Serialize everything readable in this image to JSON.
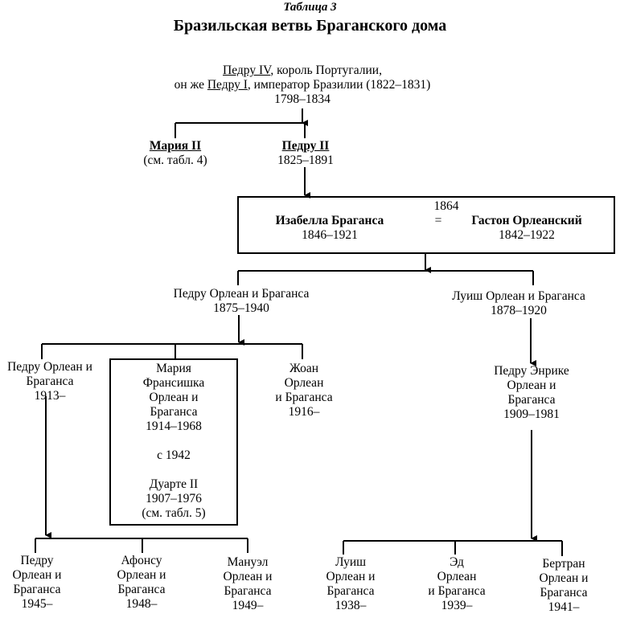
{
  "header": {
    "caption": "Таблица 3",
    "title": "Бразильская ветвь Браганского дома"
  },
  "root": {
    "line1_name": "Педру IV",
    "line1_rest": ", король Португалии,",
    "line2_pre": "он же ",
    "line2_name": "Педру I",
    "line2_rest": ", император Бразилии (1822–1831)",
    "years": "1798–1834"
  },
  "gen1": [
    {
      "name": "Мария II",
      "note": "(см. табл. 4)"
    },
    {
      "name": "Педру II",
      "note": "1825–1891"
    }
  ],
  "marriage": {
    "year": "1864",
    "symbol": "=",
    "wife": {
      "name": "Изабелла Браганса",
      "years": "1846–1921"
    },
    "husband": {
      "name": "Гастон Орлеанский",
      "years": "1842–1922"
    }
  },
  "gen3": [
    {
      "name": "Педру Орлеан и Браганса",
      "years": "1875–1940"
    },
    {
      "name": "Луиш Орлеан и Браганса",
      "years": "1878–1920"
    }
  ],
  "gen4_left": [
    {
      "lines": [
        "Педру Орлеан и",
        "Браганса",
        "1913–"
      ]
    },
    {
      "lines": [
        "Мария",
        "Франсишка",
        "Орлеан и",
        "Браганса",
        "1914–1968",
        "",
        "с 1942",
        "",
        "Дуарте II",
        "1907–1976",
        "(см. табл. 5)"
      ]
    },
    {
      "lines": [
        "Жоан",
        "Орлеан",
        "и Браганса",
        "1916–"
      ]
    }
  ],
  "gen4_right": {
    "lines": [
      "Педру Энрике",
      "Орлеан и",
      "Браганса",
      "1909–1981"
    ]
  },
  "gen5_left": [
    {
      "lines": [
        "Педру",
        "Орлеан и",
        "Браганса",
        "1945–"
      ]
    },
    {
      "lines": [
        "Афонсу",
        "Орлеан и",
        "Браганса",
        "1948–"
      ]
    },
    {
      "lines": [
        "Мануэл",
        "Орлеан и",
        "Браганса",
        "1949–"
      ]
    }
  ],
  "gen5_right": [
    {
      "lines": [
        "Луиш",
        "Орлеан и",
        "Браганса",
        "1938–"
      ]
    },
    {
      "lines": [
        "Эд",
        "Орлеан",
        "и Браганса",
        "1939–"
      ]
    },
    {
      "lines": [
        "Бертран",
        "Орлеан и",
        "Браганса",
        "1941–"
      ]
    }
  ]
}
